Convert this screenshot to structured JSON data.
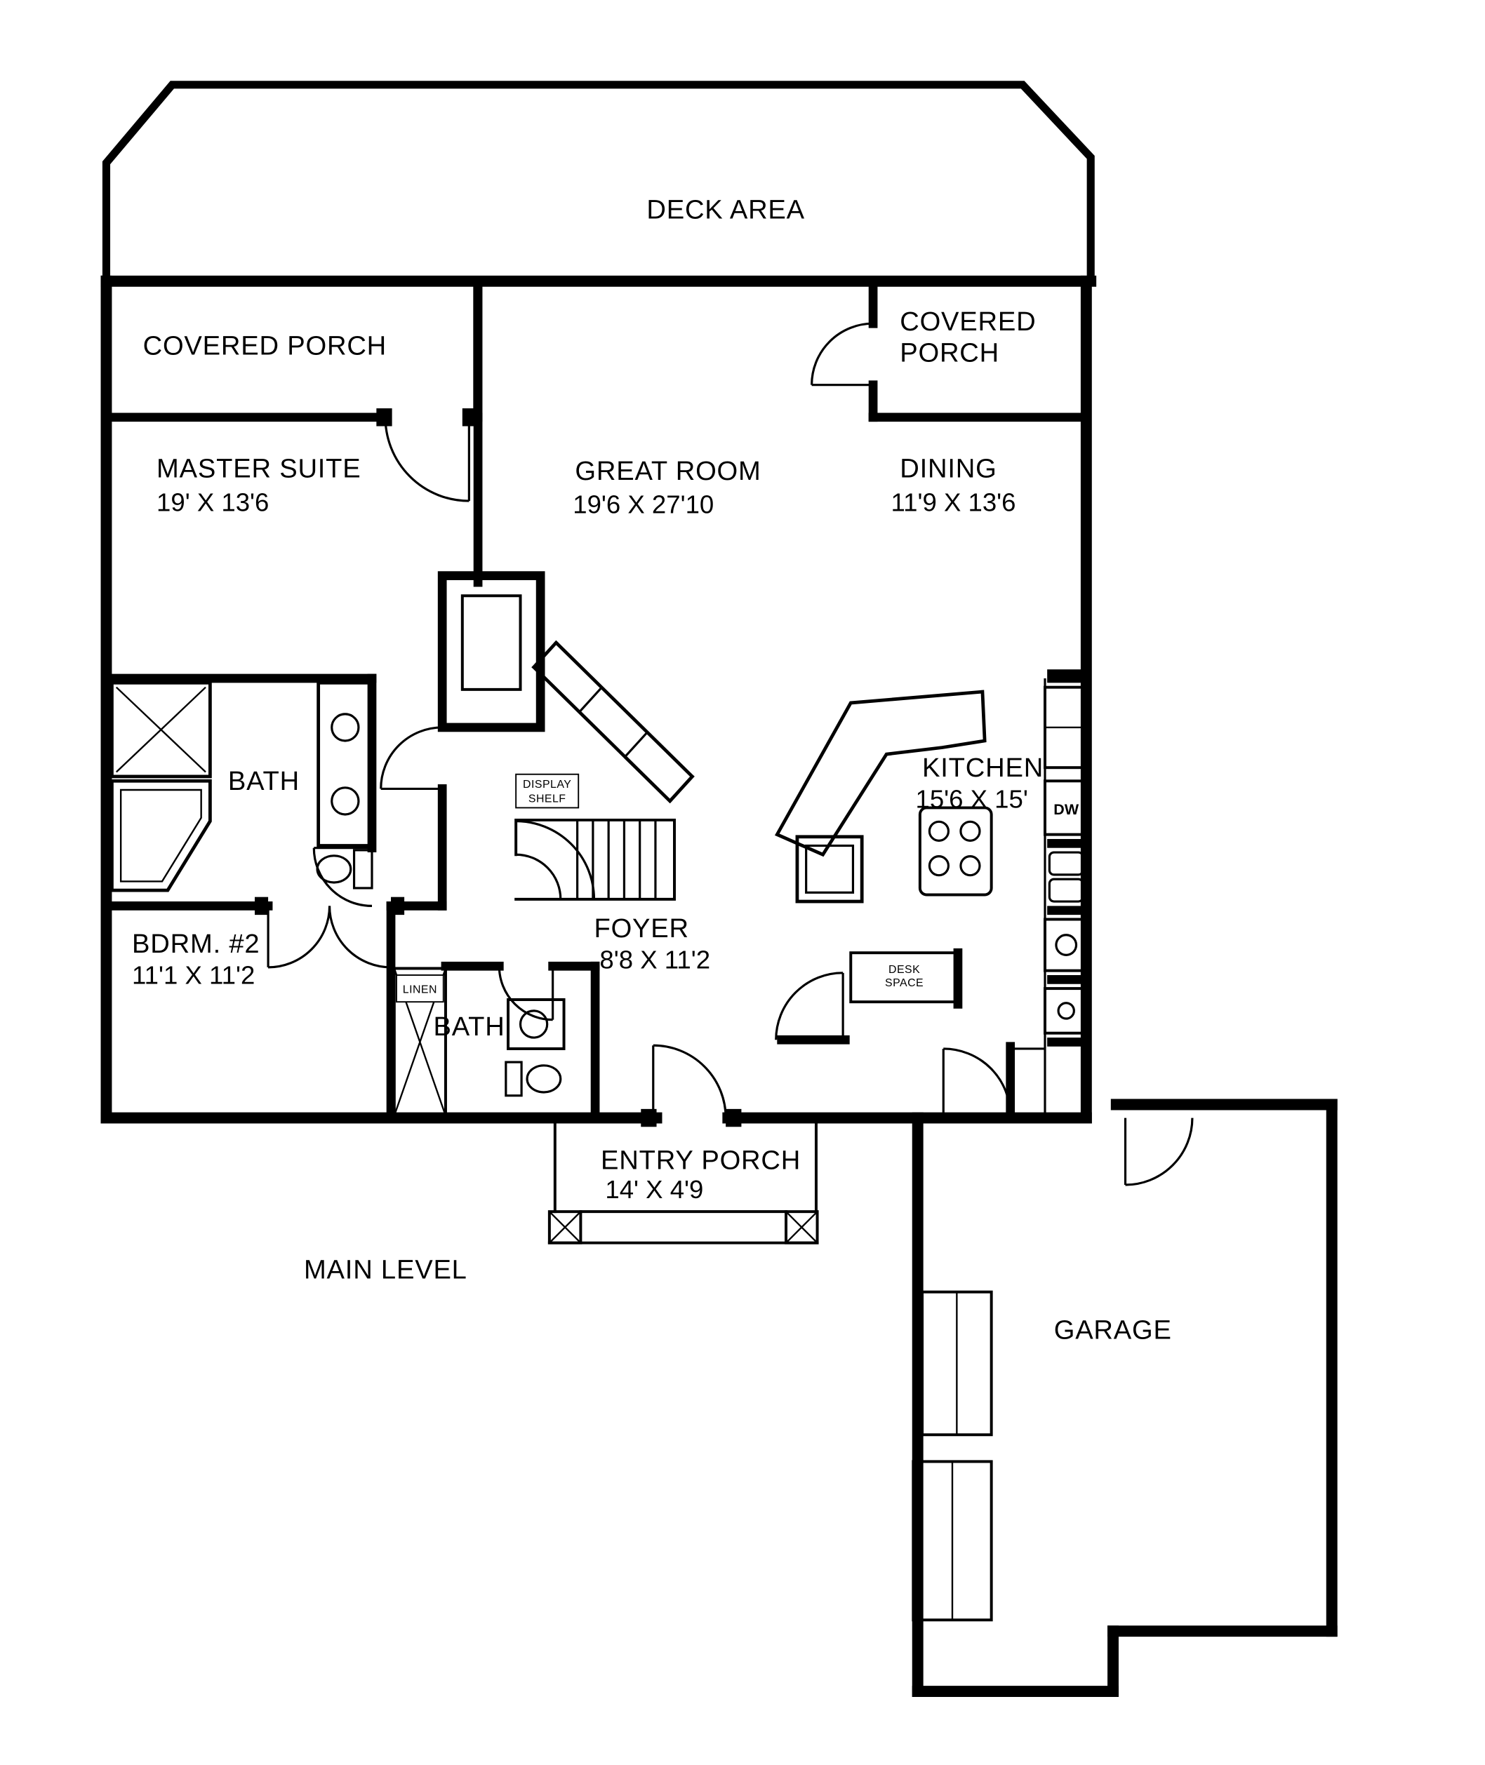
{
  "plan": {
    "level_label": "MAIN LEVEL",
    "deck": {
      "label": "DECK AREA"
    },
    "covered_porch_left": {
      "label": "COVERED PORCH"
    },
    "covered_porch_right": {
      "line1": "COVERED",
      "line2": "PORCH"
    },
    "master_suite": {
      "label": "MASTER SUITE",
      "dims": "19' X 13'6"
    },
    "great_room": {
      "label": "GREAT ROOM",
      "dims": "19'6 X 27'10"
    },
    "dining": {
      "label": "DINING",
      "dims": "11'9 X 13'6"
    },
    "master_bath": {
      "label": "BATH"
    },
    "kitchen": {
      "label": "KITCHEN",
      "dims": "15'6 X 15'",
      "dishwasher": "DW"
    },
    "bedroom2": {
      "label": "BDRM. #2",
      "dims": "11'1 X 11'2"
    },
    "foyer": {
      "label": "FOYER",
      "dims": "8'8 X 11'2"
    },
    "hall_bath": {
      "label": "BATH",
      "linen": "LINEN"
    },
    "entry_porch": {
      "label": "ENTRY PORCH",
      "dims": "14' X 4'9"
    },
    "garage": {
      "label": "GARAGE"
    },
    "display_shelf": {
      "line1": "DISPLAY",
      "line2": "SHELF"
    },
    "desk_space": {
      "line1": "DESK",
      "line2": "SPACE"
    }
  }
}
